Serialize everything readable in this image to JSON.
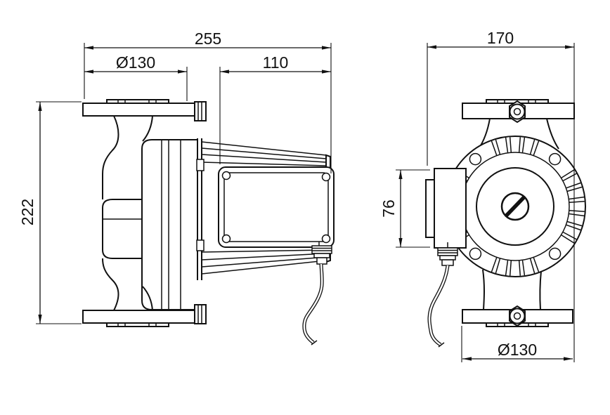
{
  "colors": {
    "line": "#111111",
    "background": "#ffffff"
  },
  "views": {
    "side": {
      "title": "pump side view",
      "dims": {
        "overall_length": "255",
        "flange_diameter": "Ø130",
        "motor_length": "110",
        "overall_height": "222"
      }
    },
    "front": {
      "title": "pump front view",
      "dims": {
        "overall_width": "170",
        "terminal_box_height": "76",
        "flange_diameter": "Ø130"
      }
    }
  }
}
